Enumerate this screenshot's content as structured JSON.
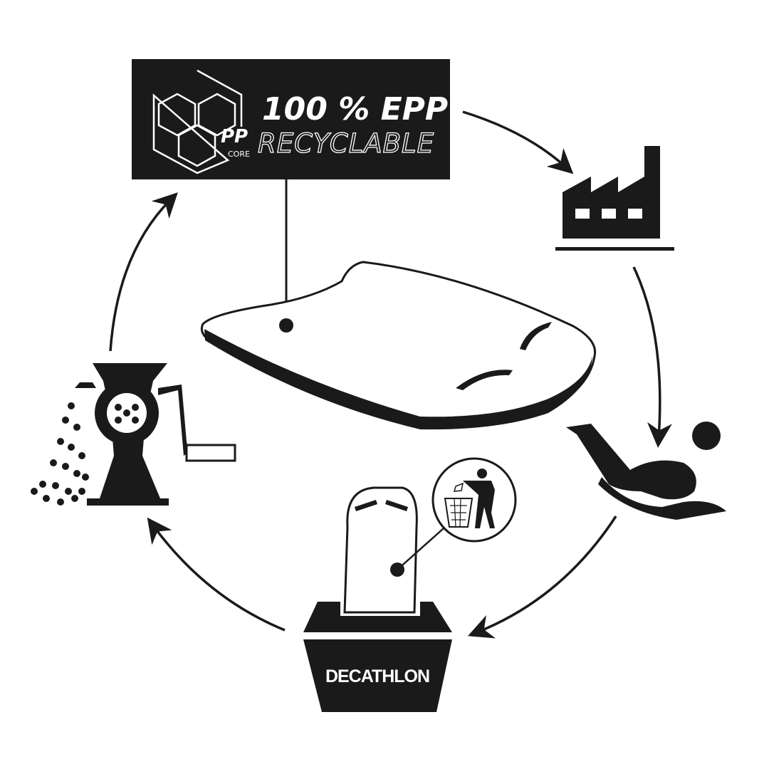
{
  "label": {
    "headline": "100 % EPP",
    "subline": "RECYCLABLE",
    "badge_main": "PP",
    "badge_sub": "CORE"
  },
  "bin": {
    "brand": "DECATHLON"
  },
  "steps": [
    "epp-material",
    "factory",
    "use",
    "return-to-store",
    "grinding"
  ],
  "colors": {
    "ink": "#1a1a1a",
    "background": "#ffffff"
  }
}
